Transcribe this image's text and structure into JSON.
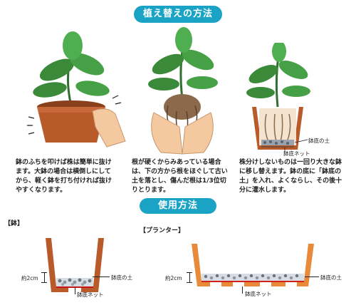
{
  "header": {
    "title": "植え替えの方法"
  },
  "steps": [
    {
      "text": "鉢のふちを叩けば株は簡単に抜けます。大鉢の場合は横倒しにしてから、軽く鉢を打ち付ければ抜けやすくなります。"
    },
    {
      "text": "根が硬くからみあっている場合は、下の方から根をほぐして古い土を落とし、傷んだ根は1/3位切りとります。"
    },
    {
      "text": "株分けしないものは一回り大きな鉢に移し替えます。鉢の底に「鉢底の土」を入れ、よくならし、その後十分に灌水します。"
    }
  ],
  "callouts": {
    "soil": "鉢底の土",
    "net": "鉢底ネット"
  },
  "usage": {
    "title": "使用方法",
    "hachi_label": "【鉢】",
    "planter_label": "【プランター】",
    "depth": "約2cm",
    "soil": "鉢底の土",
    "net": "鉢底ネット"
  },
  "colors": {
    "accent": "#1ba3c6",
    "pot_terracotta": "#b85a2a",
    "planter_orange": "#e98a3a",
    "leaf_green": "#3a8a3a",
    "skin": "#f5c9a0",
    "root": "#8a6a4a"
  }
}
